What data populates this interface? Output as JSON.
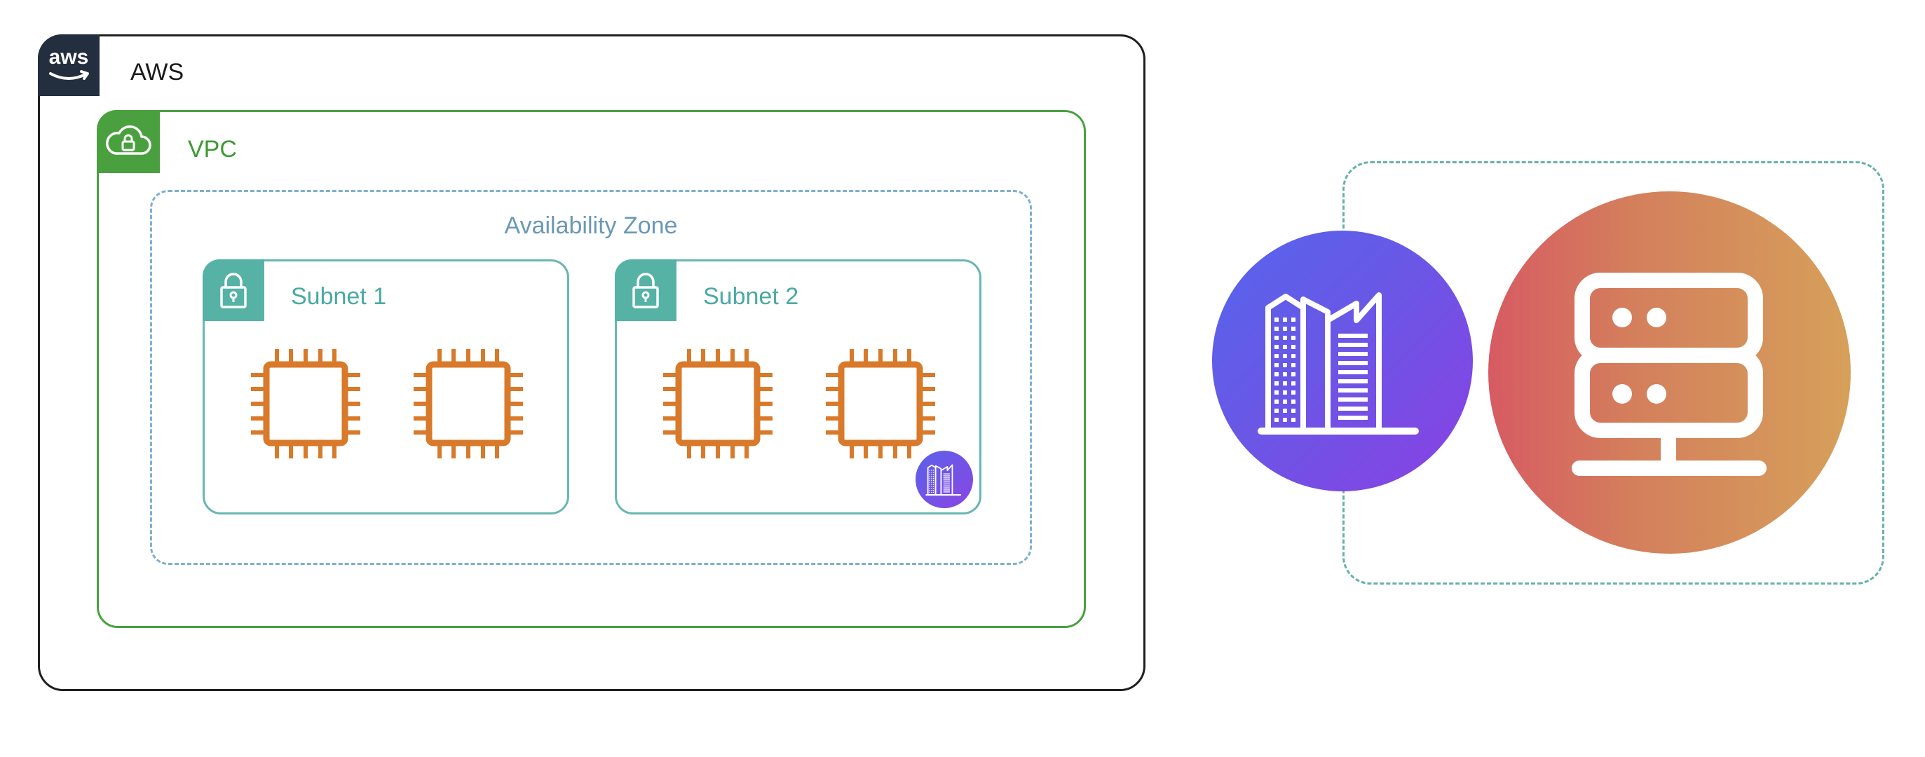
{
  "aws": {
    "title": "AWS",
    "logo_text": "aws"
  },
  "vpc": {
    "title": "VPC"
  },
  "availability_zone": {
    "title": "Availability Zone"
  },
  "subnets": [
    {
      "title": "Subnet 1",
      "instances": 2
    },
    {
      "title": "Subnet 2",
      "instances": 2
    }
  ],
  "icons": {
    "aws_logo": "aws-logo-icon",
    "vpc": "cloud-lock-icon",
    "subnet": "padlock-icon",
    "instance": "cpu-chip-icon",
    "corporate": "office-buildings-icon",
    "server": "server-icon"
  },
  "colors": {
    "aws_border": "#1f1f1f",
    "aws_logo_bg": "#232f3e",
    "vpc_green": "#4aa03f",
    "az_dashed": "#7fb0cc",
    "subnet_teal": "#55b2a5",
    "chip_orange": "#d9792a",
    "corporate_gradient": [
      "#5465ec",
      "#8a40e3"
    ],
    "server_gradient": [
      "#d65b62",
      "#d6a05a"
    ]
  }
}
